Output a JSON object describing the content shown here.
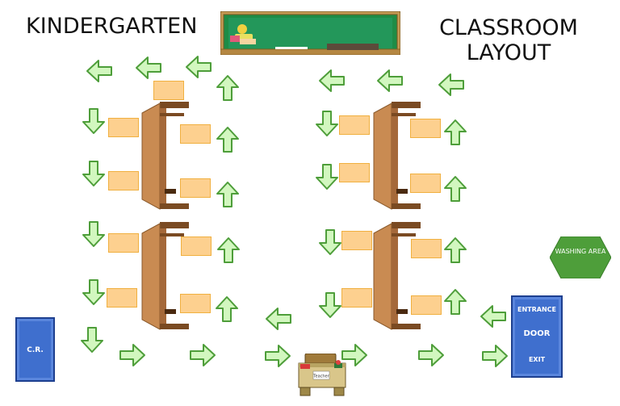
{
  "title_left": "KINDERGARTEN",
  "title_right": "CLASSROOM LAYOUT",
  "rooms": {
    "cr": "C.R.",
    "washing": "WASHING AREA",
    "entrance": "ENTRANCE",
    "door": "DOOR",
    "exit": "EXIT"
  },
  "teacher_desk": {
    "tag": "Teacher"
  },
  "colors": {
    "seat_fill": "#fdd08f",
    "seat_border": "#f0b040",
    "arrow_fill": "#d2f7bf",
    "arrow_stroke": "#4e9e3a",
    "desk_wood": "#c98b52",
    "desk_dark": "#7a4a22",
    "door_blue": "#3f6fce",
    "washing_green": "#4e9e3a",
    "board_green": "#1e8c46",
    "board_frame": "#c49a55"
  },
  "icons": {
    "arrow": "green-direction-arrow-icon",
    "board": "chalkboard-icon",
    "teacher_desk": "teacher-desk-icon",
    "desk": "wooden-desk-icon"
  }
}
